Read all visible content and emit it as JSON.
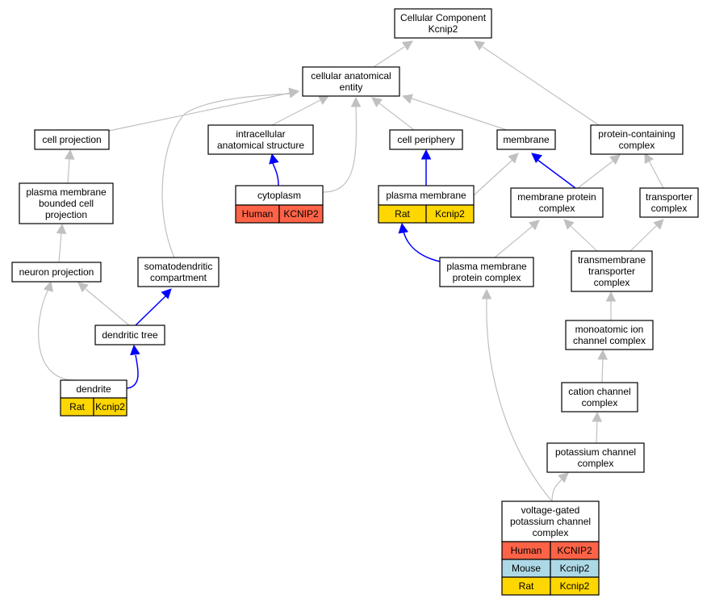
{
  "colors": {
    "edge_gray": "#c0c0c0",
    "edge_blue": "#0000ff",
    "human": "#ff6347",
    "mouse": "#add8e6",
    "rat": "#ffd700",
    "node_border": "#000000",
    "node_fill": "#ffffff"
  },
  "nodes": {
    "cellular_component": {
      "lines": [
        "Cellular Component",
        "Kcnip2"
      ]
    },
    "cellular_anatomical_entity": {
      "lines": [
        "cellular anatomical",
        "entity"
      ]
    },
    "cell_projection": {
      "lines": [
        "cell projection"
      ]
    },
    "intracellular_anatomical_structure": {
      "lines": [
        "intracellular",
        "anatomical structure"
      ]
    },
    "cell_periphery": {
      "lines": [
        "cell periphery"
      ]
    },
    "membrane": {
      "lines": [
        "membrane"
      ]
    },
    "protein_containing_complex": {
      "lines": [
        "protein-containing",
        "complex"
      ]
    },
    "plasma_membrane_bounded_cell_projection": {
      "lines": [
        "plasma membrane",
        "bounded cell",
        "projection"
      ]
    },
    "cytoplasm": {
      "lines": [
        "cytoplasm"
      ],
      "annotations": [
        [
          "Human",
          "KCNIP2"
        ]
      ]
    },
    "plasma_membrane": {
      "lines": [
        "plasma membrane"
      ],
      "annotations": [
        [
          "Rat",
          "Kcnip2"
        ]
      ]
    },
    "membrane_protein_complex": {
      "lines": [
        "membrane protein",
        "complex"
      ]
    },
    "transporter_complex": {
      "lines": [
        "transporter",
        "complex"
      ]
    },
    "neuron_projection": {
      "lines": [
        "neuron projection"
      ]
    },
    "somatodendritic_compartment": {
      "lines": [
        "somatodendritic",
        "compartment"
      ]
    },
    "plasma_membrane_protein_complex": {
      "lines": [
        "plasma membrane",
        "protein complex"
      ]
    },
    "transmembrane_transporter_complex": {
      "lines": [
        "transmembrane",
        "transporter",
        "complex"
      ]
    },
    "dendritic_tree": {
      "lines": [
        "dendritic tree"
      ]
    },
    "monoatomic_ion_channel_complex": {
      "lines": [
        "monoatomic ion",
        "channel complex"
      ]
    },
    "dendrite": {
      "lines": [
        "dendrite"
      ],
      "annotations": [
        [
          "Rat",
          "Kcnip2"
        ]
      ]
    },
    "cation_channel_complex": {
      "lines": [
        "cation channel",
        "complex"
      ]
    },
    "potassium_channel_complex": {
      "lines": [
        "potassium channel",
        "complex"
      ]
    },
    "voltage_gated_potassium_channel_complex": {
      "lines": [
        "voltage-gated",
        "potassium channel",
        "complex"
      ],
      "annotations": [
        [
          "Human",
          "KCNIP2"
        ],
        [
          "Mouse",
          "Kcnip2"
        ],
        [
          "Rat",
          "Kcnip2"
        ]
      ]
    }
  }
}
